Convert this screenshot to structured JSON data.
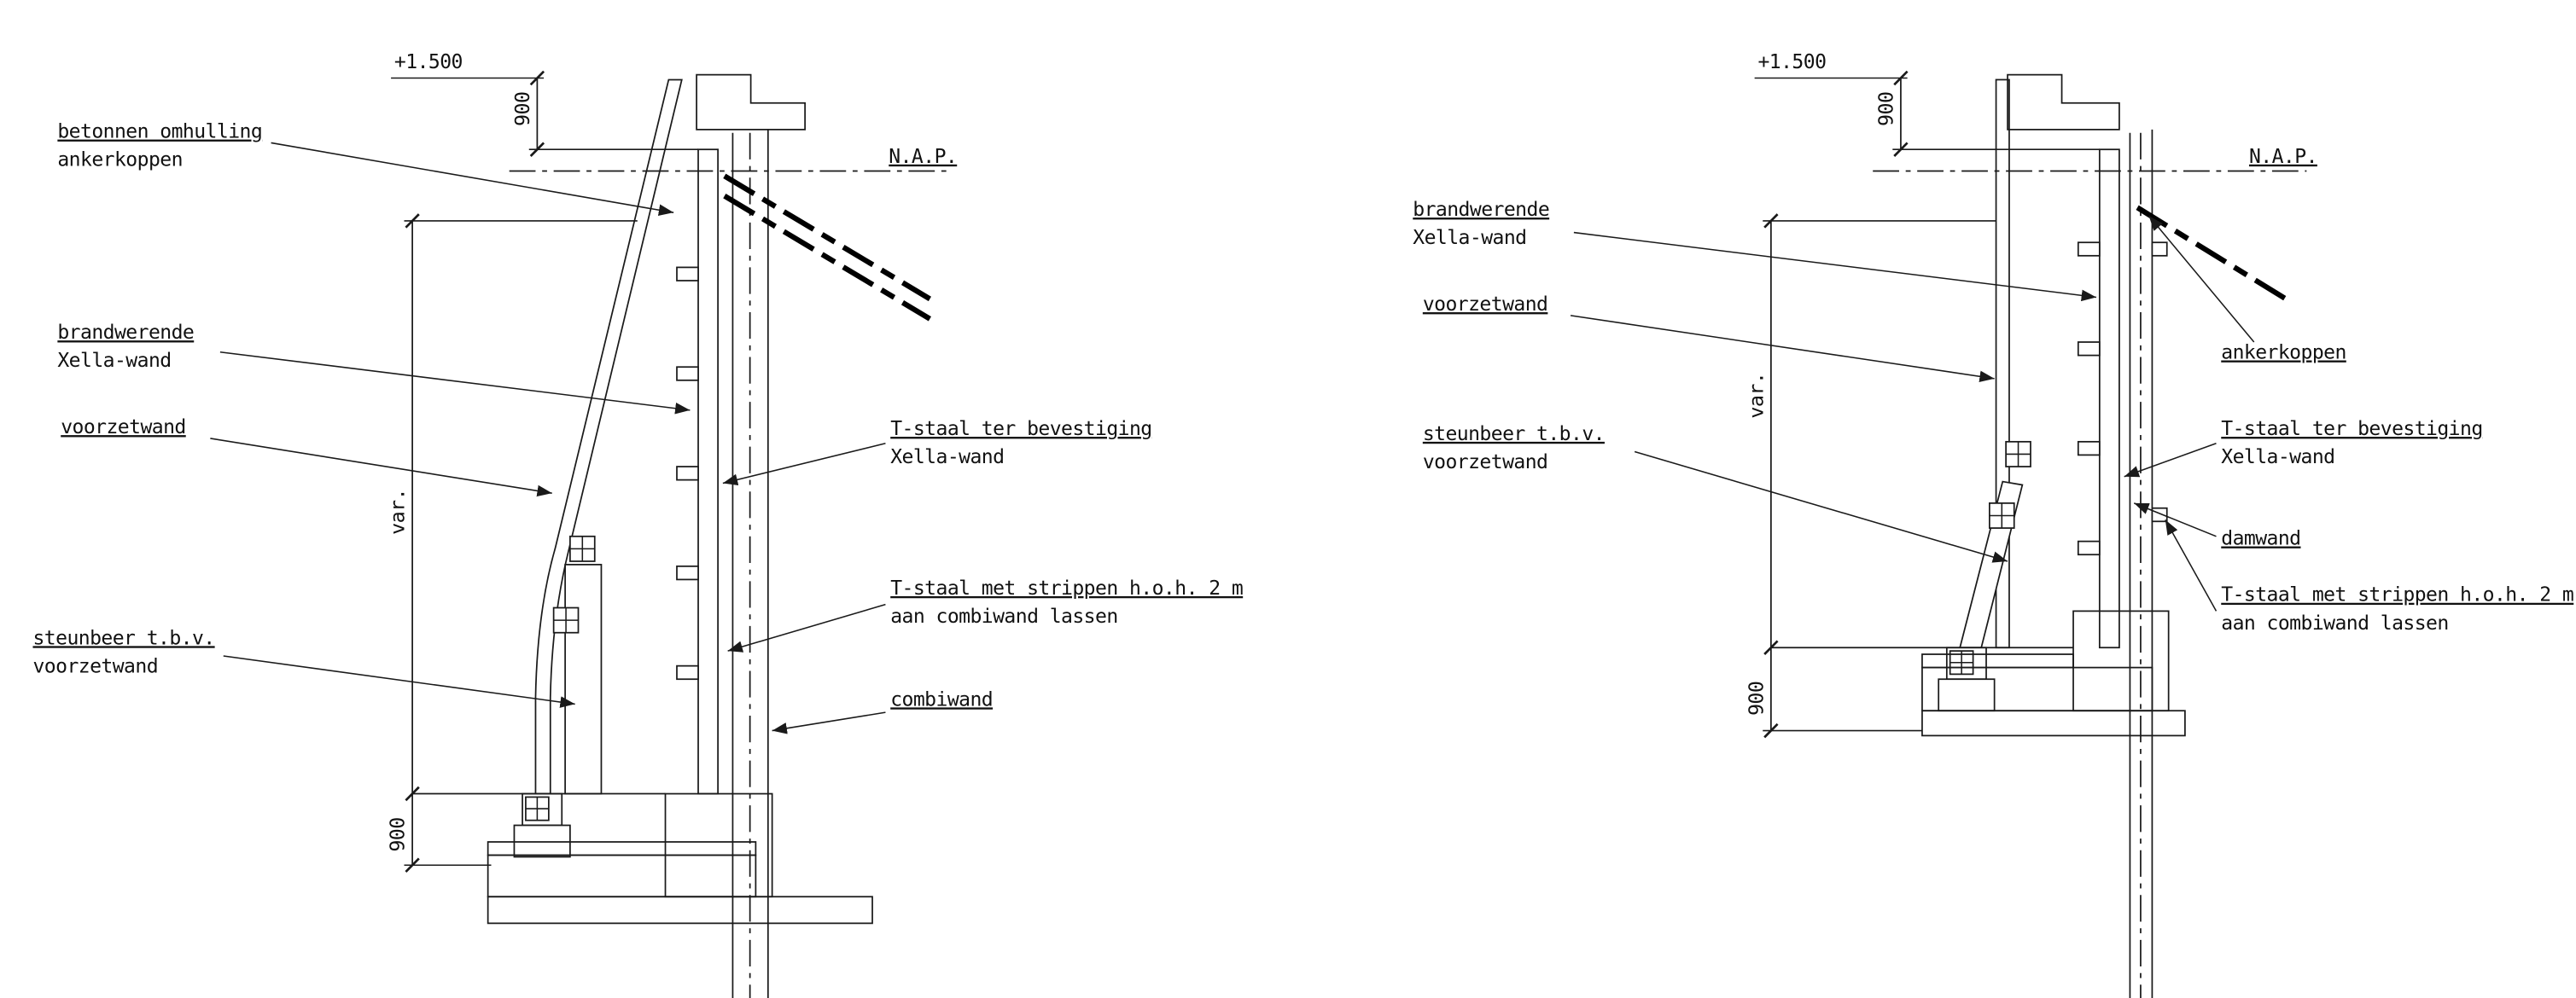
{
  "colors": {
    "line": "#1a1a1a",
    "wall_gray": "#cccccc",
    "screed_gray": "#c9c9c9",
    "hatch_line": "#808080",
    "background": "#ffffff"
  },
  "left": {
    "level_label": "+1.500",
    "dim_top": "900",
    "nap_label": "N.A.P.",
    "dim_var": "var.",
    "dim_bottom": "900",
    "labels": {
      "betonnen_1": "betonnen omhulling",
      "betonnen_2": "ankerkoppen",
      "brandwerende_1": "brandwerende",
      "brandwerende_2": "Xella-wand",
      "voorzetwand": "voorzetwand",
      "steunbeer_1": "steunbeer t.b.v.",
      "steunbeer_2": "voorzetwand",
      "tstaal_bevestiging_1": "T-staal ter bevestiging",
      "tstaal_bevestiging_2": "Xella-wand",
      "tstaal_strippen_1": "T-staal met strippen h.o.h. 2 m",
      "tstaal_strippen_2": "aan combiwand lassen",
      "combiwand": "combiwand"
    }
  },
  "right": {
    "level_label": "+1.500",
    "dim_top": "900",
    "nap_label": "N.A.P.",
    "dim_var": "var.",
    "dim_bottom": "900",
    "labels": {
      "brandwerende_1": "brandwerende",
      "brandwerende_2": "Xella-wand",
      "voorzetwand": "voorzetwand",
      "steunbeer_1": "steunbeer t.b.v.",
      "steunbeer_2": "voorzetwand",
      "ankerkoppen": "ankerkoppen",
      "tstaal_bevestiging_1": "T-staal ter bevestiging",
      "tstaal_bevestiging_2": "Xella-wand",
      "damwand": "damwand",
      "tstaal_strippen_1": "T-staal met strippen h.o.h. 2 m",
      "tstaal_strippen_2": "aan combiwand lassen"
    }
  }
}
